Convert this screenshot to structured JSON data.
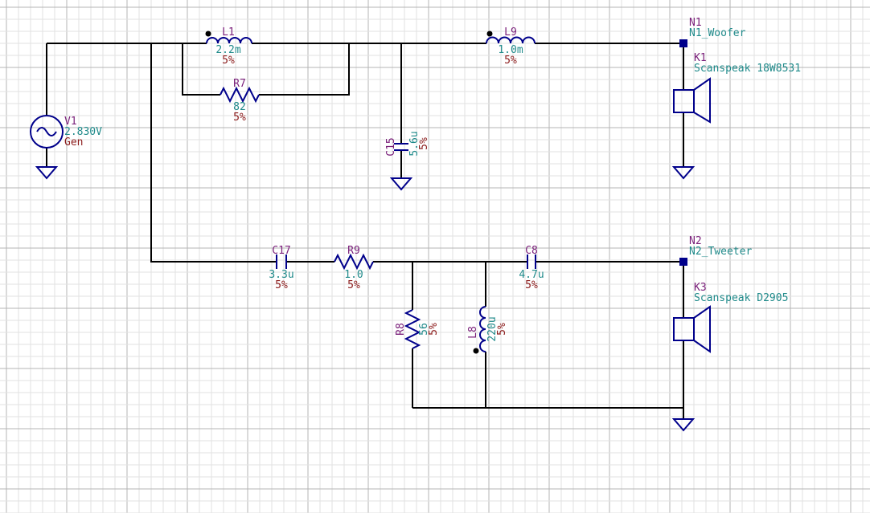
{
  "colors": {
    "grid_minor": "#e2e2e2",
    "grid_major": "#b4b4b4",
    "wire": "#000000",
    "part": "#00008b",
    "name": "#7a1f7a",
    "value": "#1f8a8a",
    "tolerance": "#8b1a1a"
  },
  "components": {
    "L1": {
      "name": "L1",
      "value": "2.2m",
      "tol": "5%"
    },
    "R7": {
      "name": "R7",
      "value": "82",
      "tol": "5%"
    },
    "L9": {
      "name": "L9",
      "value": "1.0m",
      "tol": "5%"
    },
    "C15": {
      "name": "C15",
      "value": "5.6u",
      "tol": "5%"
    },
    "V1": {
      "name": "V1",
      "value": "2.830V",
      "extra": "Gen"
    },
    "K1": {
      "name": "K1",
      "value": "Scanspeak 18W8531"
    },
    "C17": {
      "name": "C17",
      "value": "3.3u",
      "tol": "5%"
    },
    "R9": {
      "name": "R9",
      "value": "1.0",
      "tol": "5%"
    },
    "C8": {
      "name": "C8",
      "value": "4.7u",
      "tol": "5%"
    },
    "R8": {
      "name": "R8",
      "value": "56",
      "tol": "5%"
    },
    "L8": {
      "name": "L8",
      "value": "220u",
      "tol": "5%"
    },
    "K3": {
      "name": "K3",
      "value": "Scanspeak D2905"
    }
  },
  "nodes": {
    "N1": {
      "name": "N1",
      "label": "N1_Woofer"
    },
    "N2": {
      "name": "N2",
      "label": "N2_Tweeter"
    }
  }
}
